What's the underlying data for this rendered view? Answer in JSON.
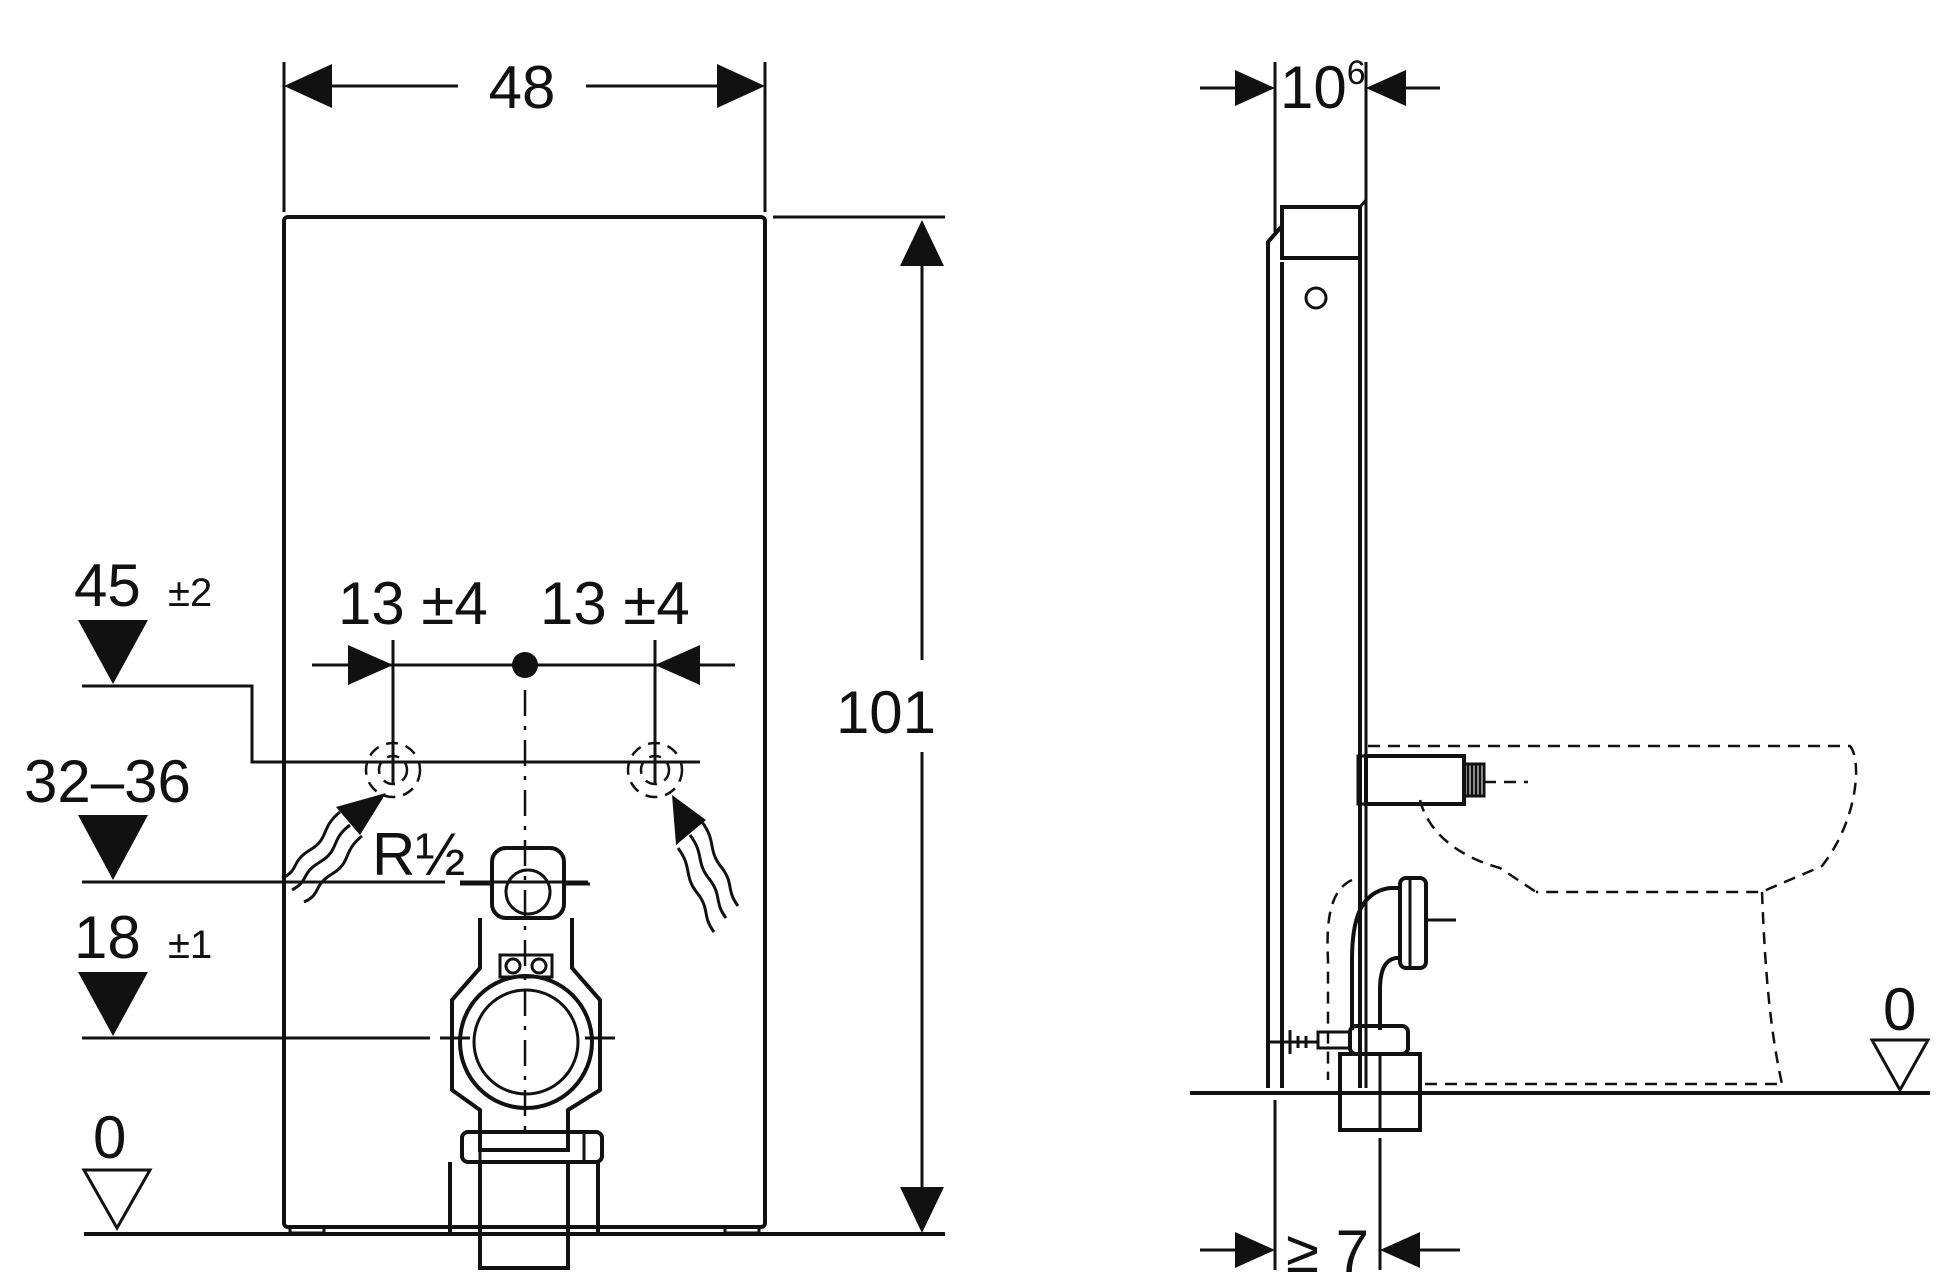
{
  "front_view": {
    "width_label": "48",
    "height_label": "101",
    "left_offset_label": "13 ±4",
    "right_offset_label": "13 ±4",
    "level_high": {
      "value": "45",
      "tol": "±2"
    },
    "level_mid": {
      "value": "32–36"
    },
    "level_low": {
      "value": "18",
      "tol": "±1"
    },
    "floor_label": "0",
    "thread_label": "R½"
  },
  "side_view": {
    "depth_label": "10",
    "depth_sup": "6",
    "clearance_label": "≥ 7",
    "floor_label": "0"
  },
  "colors": {
    "line": "#111111",
    "background": "#ffffff"
  }
}
